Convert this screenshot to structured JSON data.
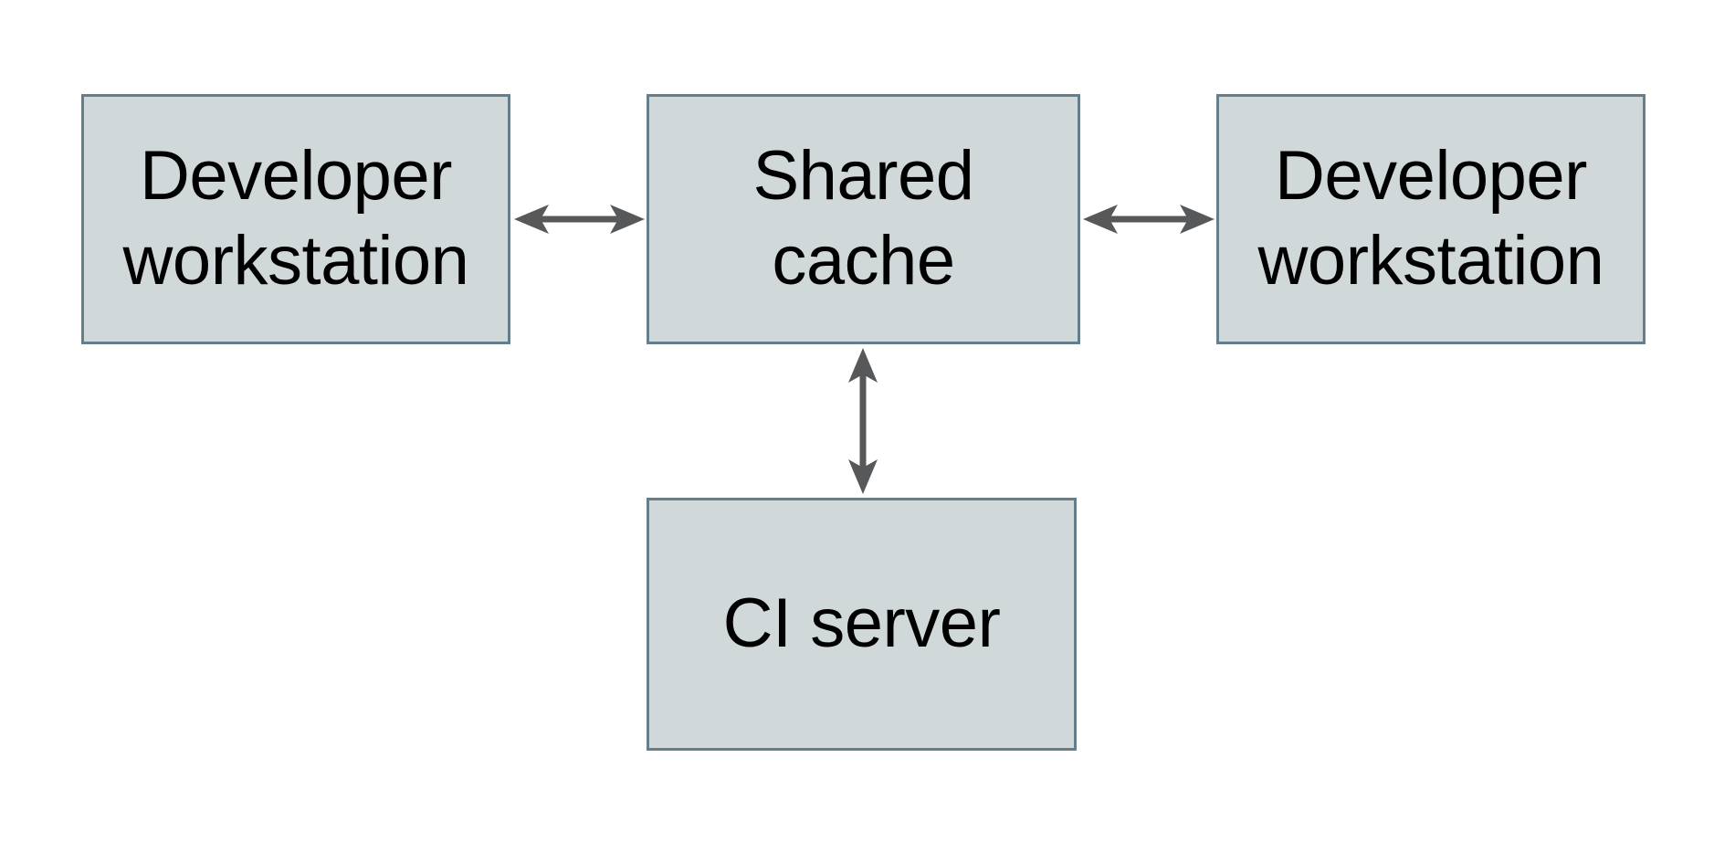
{
  "colors": {
    "background": "#ffffff",
    "box_fill": "#d0d8da",
    "box_border": "#647e8c",
    "arrow": "#56585a",
    "text": "#000000"
  },
  "nodes": {
    "developer_workstation_left": {
      "label": "Developer\nworkstation"
    },
    "shared_cache": {
      "label": "Shared\ncache"
    },
    "developer_workstation_right": {
      "label": "Developer\nworkstation"
    },
    "ci_server": {
      "label": "CI server"
    }
  },
  "edges": [
    {
      "from": "developer_workstation_left",
      "to": "shared_cache",
      "style": "bidirectional-arrow"
    },
    {
      "from": "shared_cache",
      "to": "developer_workstation_right",
      "style": "bidirectional-arrow"
    },
    {
      "from": "shared_cache",
      "to": "ci_server",
      "style": "bidirectional-arrow"
    }
  ]
}
